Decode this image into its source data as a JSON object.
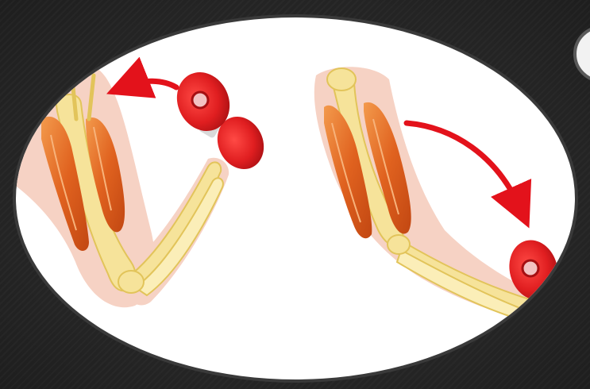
{
  "scene": {
    "subject": "arm-flexion-illustration",
    "panels": [
      {
        "name": "flexed-arm",
        "motion": "curl-up"
      },
      {
        "name": "extended-arm",
        "motion": "lower-down"
      }
    ]
  },
  "colors": {
    "background": "#262626",
    "frame_border": "#3a3a3a",
    "oval_fill": "#ffffff",
    "skin": "#f6d2c4",
    "bone": "#f6e39a",
    "bone_outline": "#e2c45a",
    "muscle": "#e0621f",
    "muscle_dark": "#c24712",
    "muscle_light": "#f39a4c",
    "dumbbell": "#e01e20",
    "dumbbell_dark": "#a50f12",
    "arrow": "#e3121b"
  }
}
